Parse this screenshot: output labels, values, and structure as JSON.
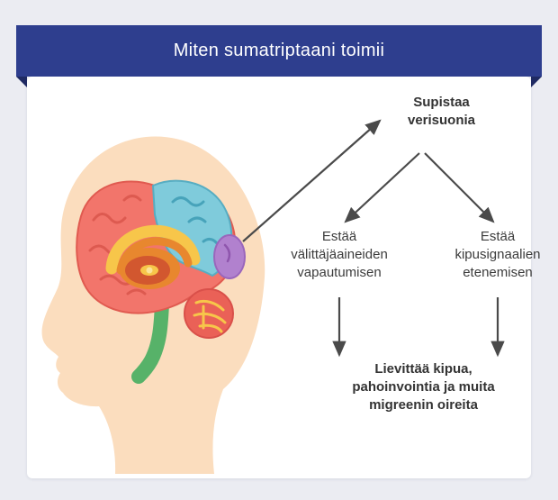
{
  "banner": {
    "title": "Miten sumatriptaani toimii"
  },
  "flow": {
    "constrict": "Supistaa verisuonia",
    "block_release": "Estää välittäjäaineiden vapautumisen",
    "block_pain": "Estää kipusignaalien etenemisen",
    "relief": "Lievittää kipua, pahoinvointia ja muita migreenin oireita"
  },
  "illustration": {
    "description": "head-profile-with-colored-brain"
  },
  "colors": {
    "background": "#ebecf2",
    "banner": "#2e3e8e",
    "banner_fold": "#1f2a63",
    "card": "#ffffff",
    "arrow": "#4a4a4a",
    "text": "#3c3c3c",
    "skin": "#fbddbe",
    "brain_frontal": "#f2756b",
    "brain_parietal": "#7fcbdb",
    "brain_occipital": "#b181ce",
    "brain_callosum": "#f7c64a",
    "brain_core": "#e8872e",
    "cerebellum": "#ea6157",
    "brainstem": "#57b269"
  }
}
